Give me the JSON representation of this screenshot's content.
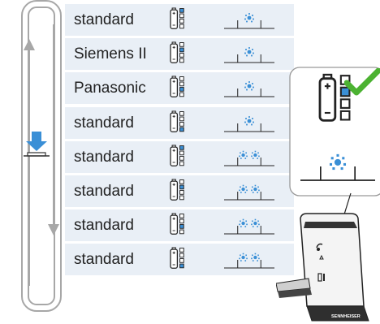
{
  "rows": [
    {
      "label": "standard",
      "level": 1,
      "sparks": 1
    },
    {
      "label": "Siemens II",
      "level": 2,
      "sparks": 1
    },
    {
      "label": "Panasonic",
      "level": 3,
      "sparks": 1
    },
    {
      "label": "standard",
      "level": 4,
      "sparks": 1
    },
    {
      "label": "standard",
      "level": 1,
      "sparks": 2
    },
    {
      "label": "standard",
      "level": 2,
      "sparks": 2
    },
    {
      "label": "standard",
      "level": 3,
      "sparks": 2
    },
    {
      "label": "standard",
      "level": 4,
      "sparks": 2
    }
  ],
  "callout": {
    "selected_level": 2,
    "sparks": 1
  },
  "device": {
    "brand": "SENNHEISER",
    "icons": [
      "headset-icon",
      "charge-icon",
      "battery-icon"
    ]
  },
  "colors": {
    "accent": "#3a8fd6",
    "check": "#4cb232",
    "row_bg": "#e9eff6",
    "loop": "#aaaaaa",
    "ink": "#222222"
  }
}
